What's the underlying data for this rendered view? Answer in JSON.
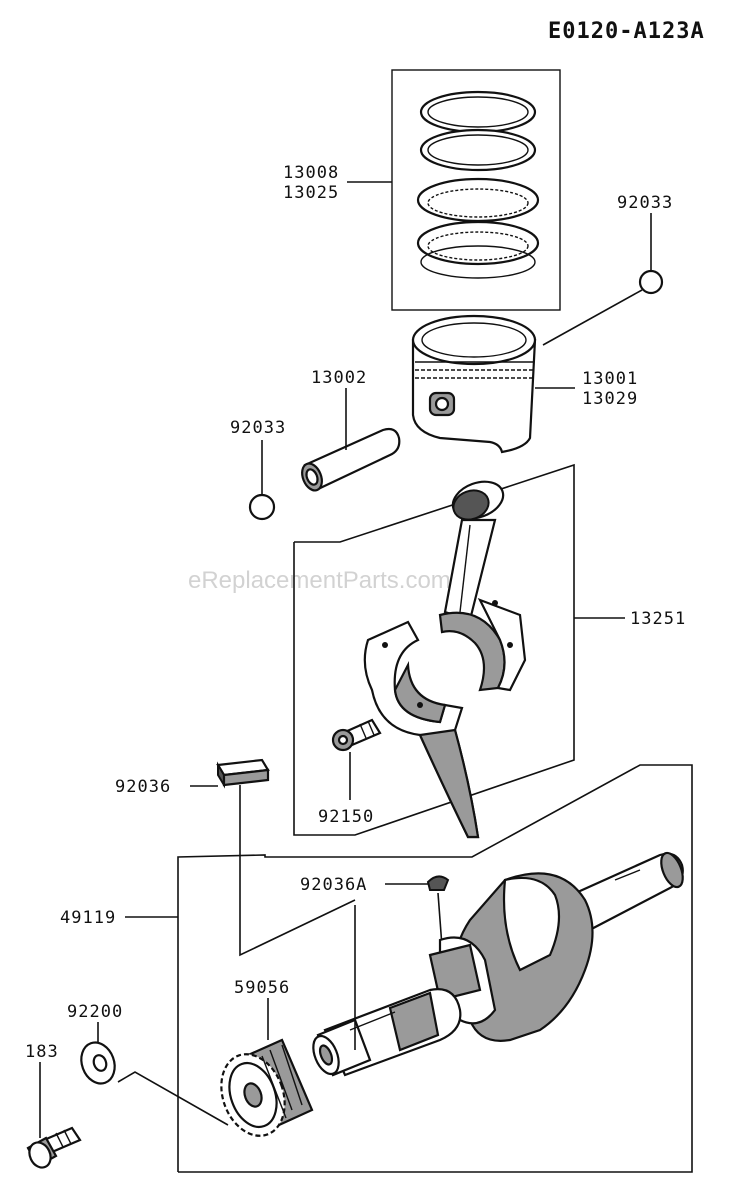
{
  "diagram_id": "E0120-A123A",
  "watermark": "eReplacementParts.com",
  "labels": {
    "rings_a": "13008",
    "rings_b": "13025",
    "clip_top": "92033",
    "pin": "13002",
    "piston_a": "13001",
    "piston_b": "13029",
    "clip_left": "92033",
    "conrod": "13251",
    "key_left": "92036",
    "bolt": "92150",
    "key_right": "92036A",
    "crankshaft_assy": "49119",
    "gear": "59056",
    "washer": "92200",
    "screw": "183"
  }
}
